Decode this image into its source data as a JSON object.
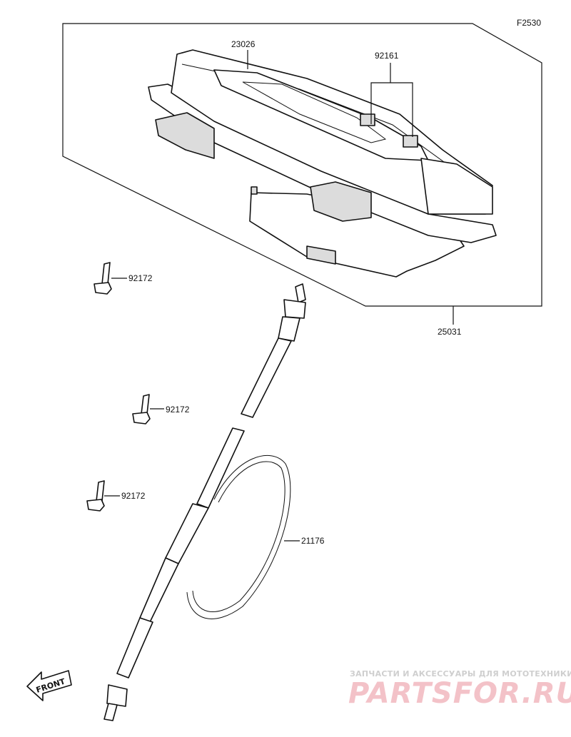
{
  "figure_code": "F2530",
  "callouts": {
    "meter_assy": "25031",
    "meter_case": "23026",
    "meter_bolt": "92161",
    "screw_1": "92172",
    "screw_2": "92172",
    "screw_3": "92172",
    "cable": "21176"
  },
  "front_label": "FRONT",
  "watermark": {
    "tagline": "ЗАПЧАСТИ И АКСЕССУАРЫ ДЛЯ МОТОТЕХНИКИ",
    "logo": "PARTSFOR.RU"
  },
  "colors": {
    "line": "#111111",
    "watermark_gray": "#cfcfcf",
    "watermark_pink": "#f3c2c8"
  }
}
